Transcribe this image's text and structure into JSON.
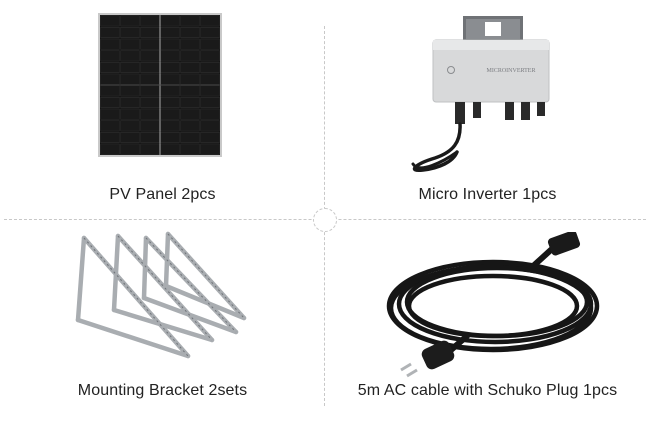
{
  "items": [
    {
      "caption": "PV Panel 2pcs",
      "icon": "pv-panel-icon"
    },
    {
      "caption": "Micro Inverter 1pcs",
      "icon": "micro-inverter-icon",
      "device_text": "MICROINVERTER"
    },
    {
      "caption": "Mounting Bracket 2sets",
      "icon": "mounting-bracket-icon"
    },
    {
      "caption": "5m AC cable with Schuko Plug 1pcs",
      "icon": "ac-cable-icon"
    }
  ],
  "colors": {
    "text": "#222222",
    "divider": "#c8c8c8",
    "panel": "#111111",
    "inverter": "#d9dadb",
    "bracket": "#b8bcc0",
    "cable": "#1a1a1a"
  }
}
